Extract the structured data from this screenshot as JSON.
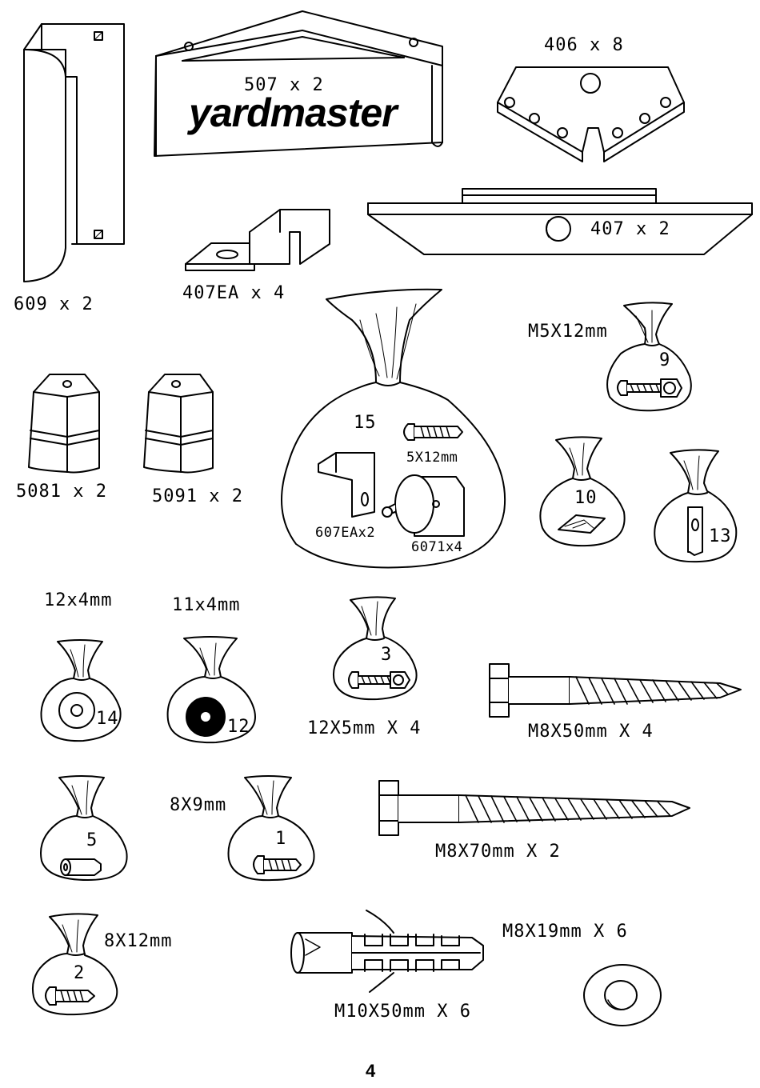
{
  "brand": "yardmaster",
  "page_number": "4",
  "labels": {
    "p609": "609 x 2",
    "p507": "507 x 2",
    "p406": "406 x 8",
    "p407ea": "407EA x 4",
    "p407": "407 x 2",
    "p5081": "5081 x 2",
    "p5091": "5091 x 2",
    "m5x12": "M5X12mm",
    "bag15_num": "15",
    "bag15_screw": "5X12mm",
    "bag15_bracket": "607EAx2",
    "bag15_roller": "6071x4",
    "bag9_num": "9",
    "bag10_num": "10",
    "bag13_num": "13",
    "w12x4": "12x4mm",
    "w11x4": "11x4mm",
    "bag14_num": "14",
    "bag12_num": "12",
    "bag3_num": "3",
    "b12x5": "12X5mm X 4",
    "m8x50": "M8X50mm X 4",
    "bag5_num": "5",
    "s8x9": "8X9mm",
    "bag1_num": "1",
    "m8x70": "M8X70mm X 2",
    "s8x12": "8X12mm",
    "bag2_num": "2",
    "m8x19": "M8X19mm X 6",
    "m10x50": "M10X50mm X 6"
  }
}
